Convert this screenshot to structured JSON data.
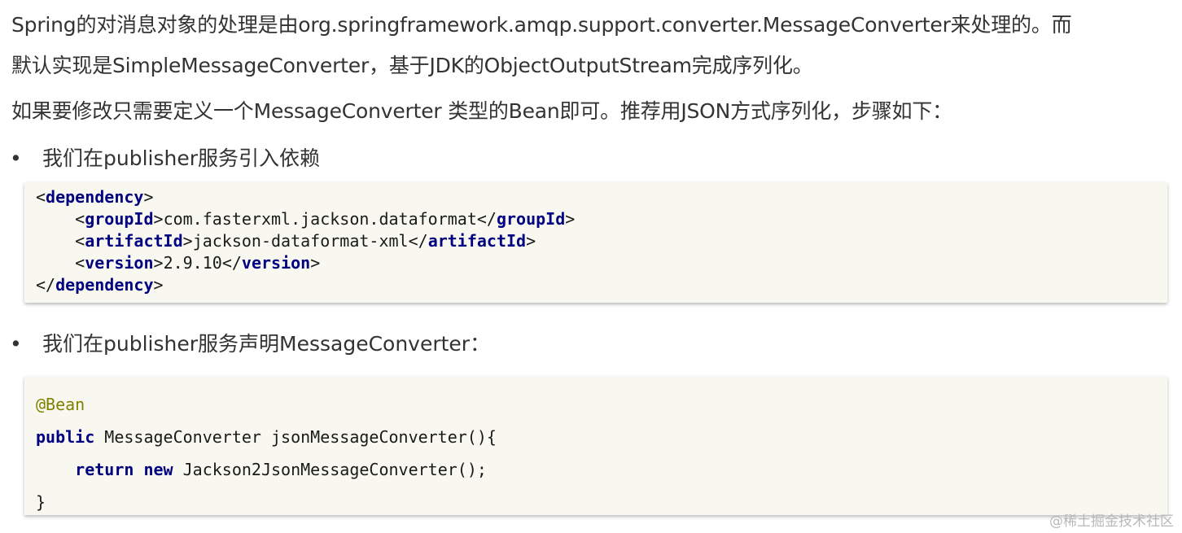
{
  "paragraphs": {
    "p1": "Spring的对消息对象的处理是由org.springframework.amqp.support.converter.MessageConverter来处理的。而",
    "p2": "默认实现是SimpleMessageConverter，基于JDK的ObjectOutputStream完成序列化。",
    "p3": "如果要修改只需要定义一个MessageConverter 类型的Bean即可。推荐用JSON方式序列化，步骤如下："
  },
  "bullets": [
    {
      "marker": "•",
      "text": "我们在publisher服务引入依赖"
    },
    {
      "marker": "•",
      "text": "我们在publisher服务声明MessageConverter："
    }
  ],
  "code1": {
    "dependency_tag": "dependency",
    "group_tag": "groupId",
    "group_value": "com.fasterxml.jackson.dataformat",
    "artifact_tag": "artifactId",
    "artifact_value": "jackson-dataformat-xml",
    "version_tag": "version",
    "version_value": "2.9.10"
  },
  "code2": {
    "annotation": "@Bean",
    "public_kw": "public",
    "method_sig": " MessageConverter jsonMessageConverter(){",
    "return_kw": "return",
    "new_kw": "new",
    "return_expr": " Jackson2JsonMessageConverter();",
    "close_brace": "}"
  },
  "watermark": "@稀土掘金技术社区"
}
